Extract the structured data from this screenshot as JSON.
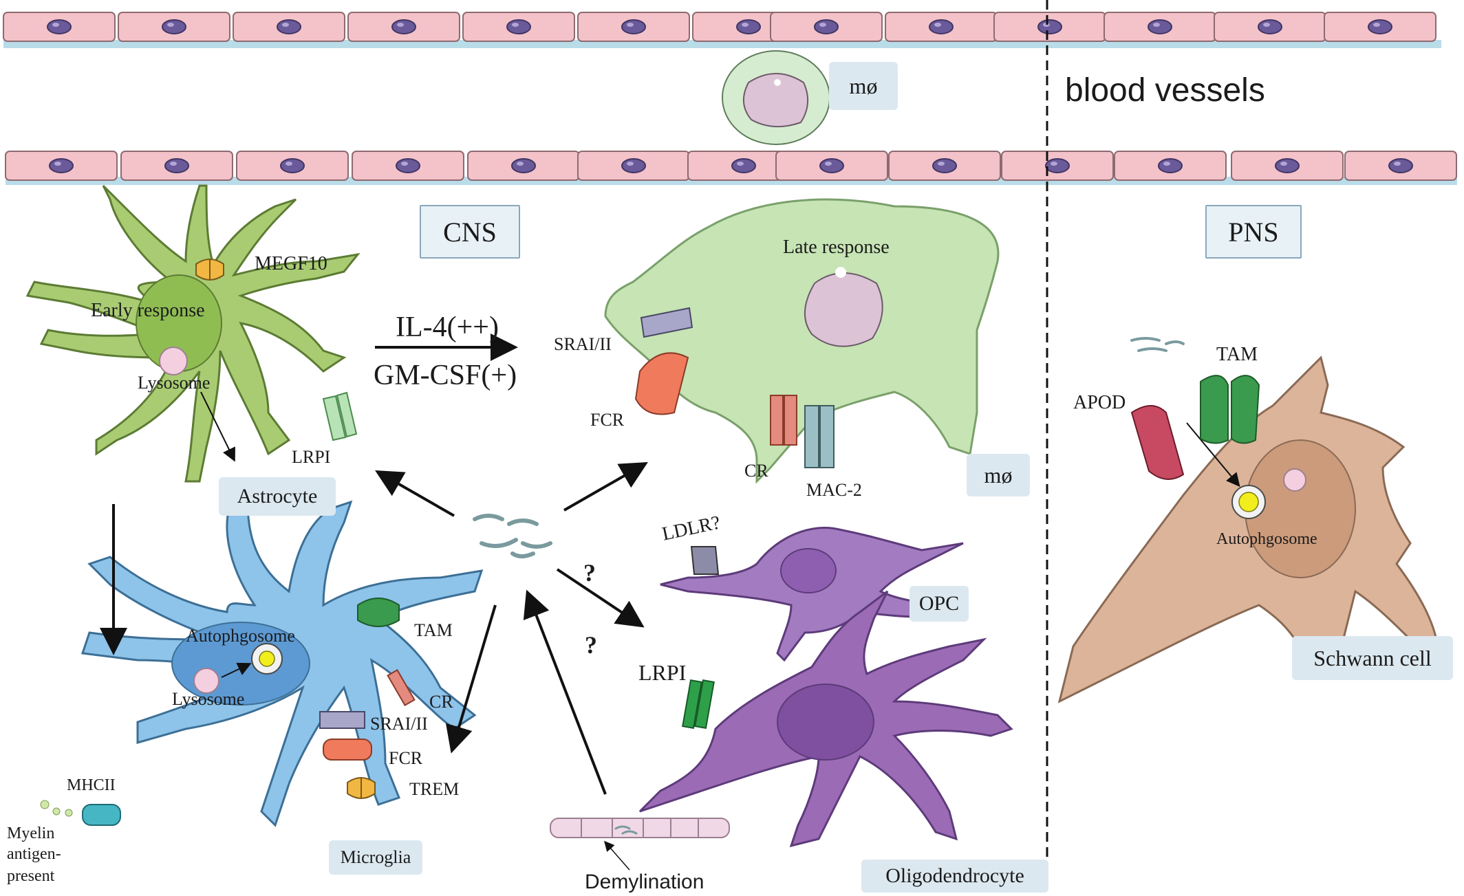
{
  "blood_vessels": {
    "title": "blood vessels",
    "macrophage_label": "mø"
  },
  "regions": {
    "cns": "CNS",
    "pns": "PNS"
  },
  "cells": {
    "astrocyte": {
      "name": "Astrocyte",
      "phase": "Early response",
      "organelle": "Lysosome",
      "receptors": {
        "megf10": "MEGF10",
        "lrpi": "LRPI"
      }
    },
    "macrophage": {
      "name": "mø",
      "phase": "Late response",
      "receptors": {
        "srai": "SRAI/II",
        "fcr": "FCR",
        "cr": "CR",
        "mac2": "MAC-2"
      }
    },
    "microglia": {
      "name": "Microglia",
      "organelles": {
        "autophagosome": "Autophgosome",
        "lysosome": "Lysosome"
      },
      "receptors": {
        "tam": "TAM",
        "cr": "CR",
        "srai": "SRAI/II",
        "fcr": "FCR",
        "trem": "TREM",
        "mhcii": "MHCII"
      },
      "antigen_note": [
        "Myelin",
        "antigen-",
        "present"
      ]
    },
    "opc": {
      "name": "OPC",
      "receptor": "LDLR?"
    },
    "oligodendrocyte": {
      "name": "Oligodendrocyte",
      "receptor": "LRPI"
    },
    "schwann": {
      "name": "Schwann cell",
      "organelle": "Autophgosome",
      "receptors": {
        "tam": "TAM",
        "apod": "APOD"
      }
    }
  },
  "cytokines": {
    "il4": "IL-4(++)",
    "gmcsf": "GM-CSF(+)"
  },
  "uncertain_marks": [
    "?",
    "?"
  ],
  "process": {
    "demyelination": "Demylination"
  },
  "colors": {
    "endothelium": "#f4c2c9",
    "nucleus": "#6a5a9a",
    "astrocyte": "#a9cc73",
    "macrophage": "#c6e4b4",
    "microglia": "#8ec3ea",
    "oligodendrocyte": "#9c6bb5",
    "schwann": "#dcb49a"
  }
}
